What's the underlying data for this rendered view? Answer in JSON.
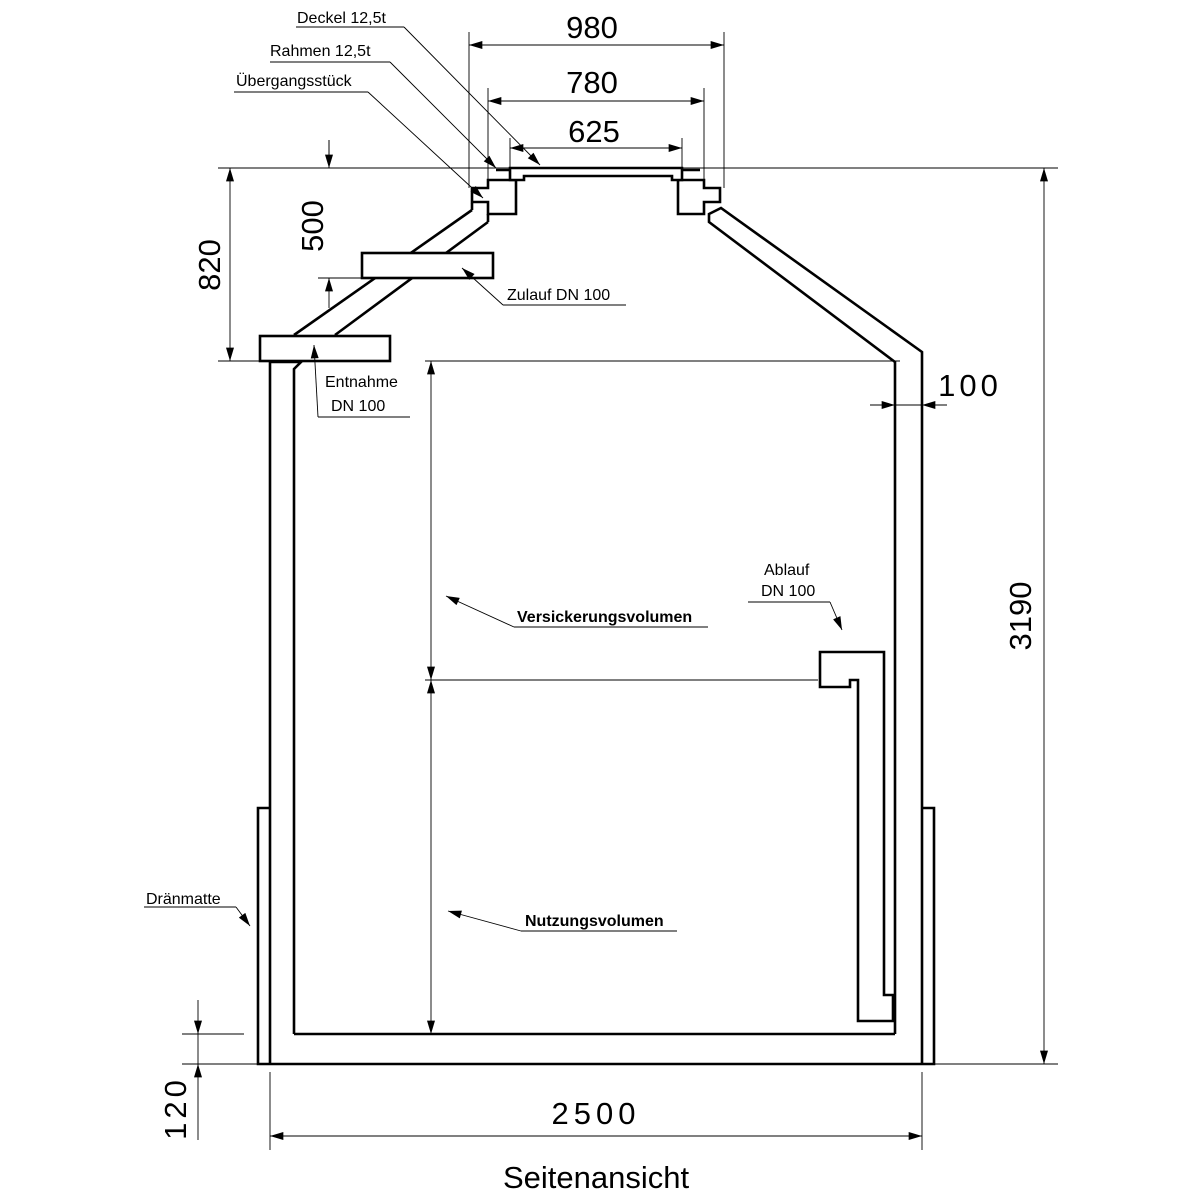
{
  "labels": {
    "deckel": "Deckel 12,5t",
    "rahmen": "Rahmen 12,5t",
    "uebergang": "Übergangsstück",
    "zulauf": "Zulauf DN 100",
    "entnahme_1": "Entnahme",
    "entnahme_2": "DN 100",
    "ablauf_1": "Ablauf",
    "ablauf_2": "DN 100",
    "versickerung": "Versickerungsvolumen",
    "nutzung": "Nutzungsvolumen",
    "draenmatte": "Dränmatte"
  },
  "dimensions": {
    "d980": "980",
    "d780": "780",
    "d625": "625",
    "d500": "500",
    "d820": "820",
    "d100": "100",
    "d3190": "3190",
    "d120": "120",
    "d2500": "2500"
  },
  "title": "Seitenansicht"
}
